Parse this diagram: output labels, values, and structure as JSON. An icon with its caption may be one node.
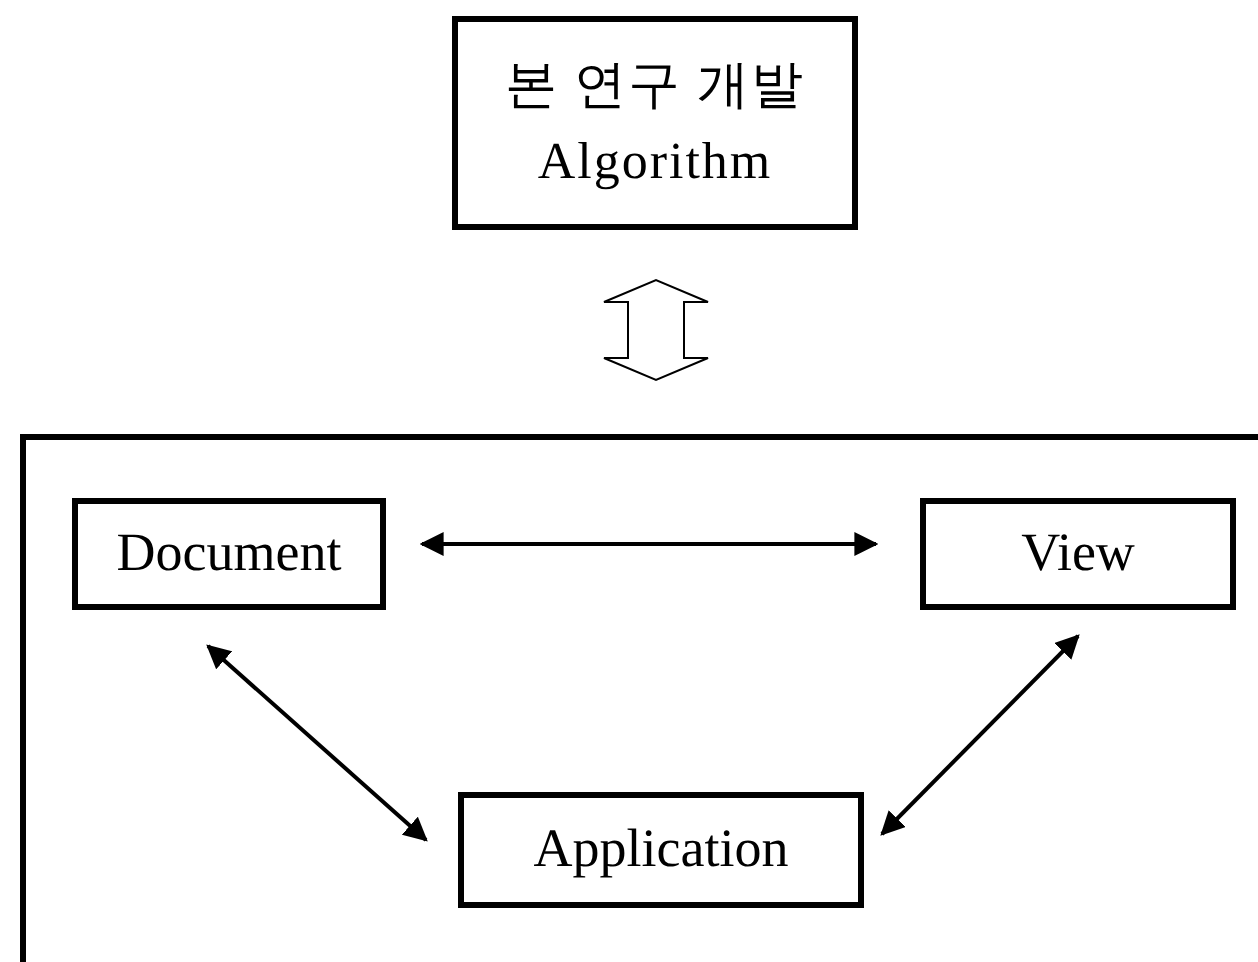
{
  "diagram": {
    "nodes": [
      {
        "text": [
          "본 연구 개발 Algorithm"
        ]
      },
      {
        "text": [],
        "shape": "box"
      },
      {
        "text": [
          "Document"
        ],
        "in": 1
      },
      {
        "text": [
          "View"
        ],
        "in": 1
      },
      {
        "text": [
          "Application"
        ],
        "in": 1
      }
    ],
    "edges": [
      {
        "from": 0,
        "to": 1,
        "arrow": "both"
      },
      {
        "from": 2,
        "to": 3,
        "arrow": "both"
      },
      {
        "from": 2,
        "to": 4,
        "arrow": "both"
      },
      {
        "from": 3,
        "to": 4,
        "arrow": "both"
      }
    ]
  }
}
